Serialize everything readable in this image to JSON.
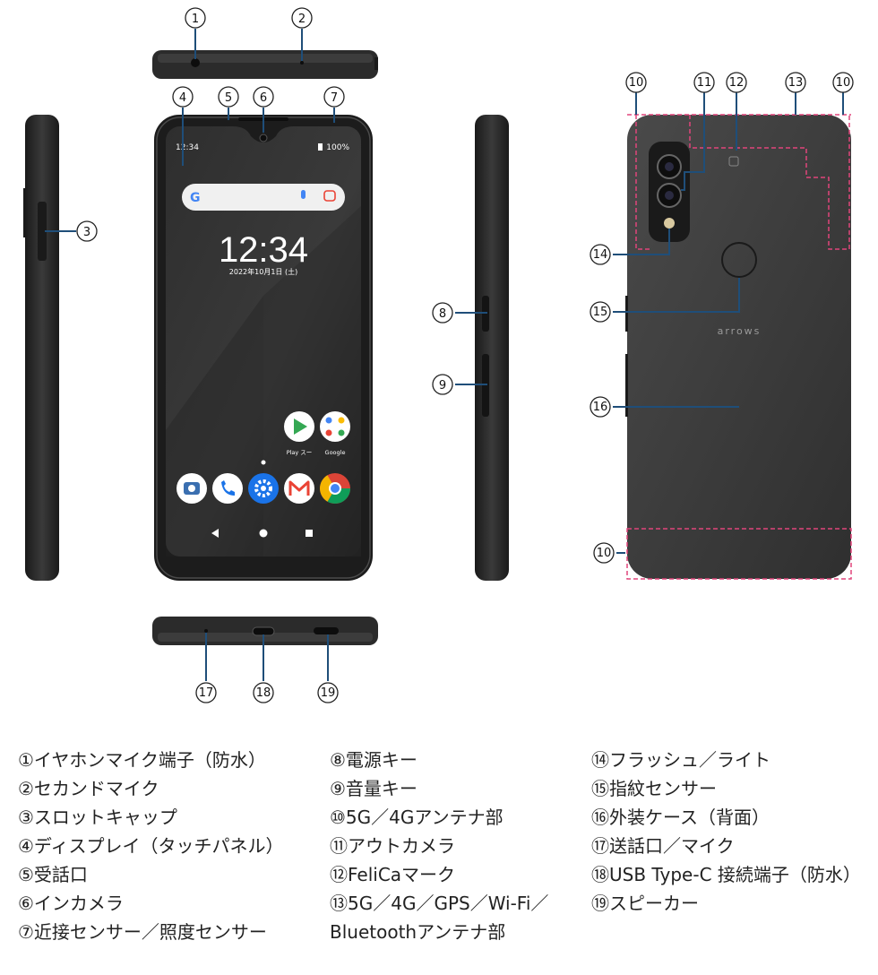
{
  "screen": {
    "time": "12:34",
    "date": "2022年10月1日 (土)",
    "status_left": "12:34",
    "battery": "100%",
    "app_play_label": "Play スー",
    "app_google_label": "Google"
  },
  "back": {
    "brand": "arrows"
  },
  "callouts": [
    "①",
    "②",
    "③",
    "④",
    "⑤",
    "⑥",
    "⑦",
    "⑧",
    "⑨",
    "⑩",
    "⑪",
    "⑫",
    "⑬",
    "⑭",
    "⑮",
    "⑯",
    "⑰",
    "⑱",
    "⑲"
  ],
  "legend": {
    "col1": [
      "①イヤホンマイク端子（防水）",
      "②セカンドマイク",
      "③スロットキャップ",
      "④ディスプレイ（タッチパネル）",
      "⑤受話口",
      "⑥インカメラ",
      "⑦近接センサー／照度センサー"
    ],
    "col2": [
      "⑧電源キー",
      "⑨音量キー",
      "⑩5G／4Gアンテナ部",
      "⑪アウトカメラ",
      "⑫FeliCaマーク",
      "⑬5G／4G／GPS／Wi-Fi／Bluetoothアンテナ部"
    ],
    "col3": [
      "⑭フラッシュ／ライト",
      "⑮指紋センサー",
      "⑯外装ケース（背面）",
      "⑰送話口／マイク",
      "⑱USB Type-C 接続端子（防水）",
      "⑲スピーカー"
    ]
  }
}
